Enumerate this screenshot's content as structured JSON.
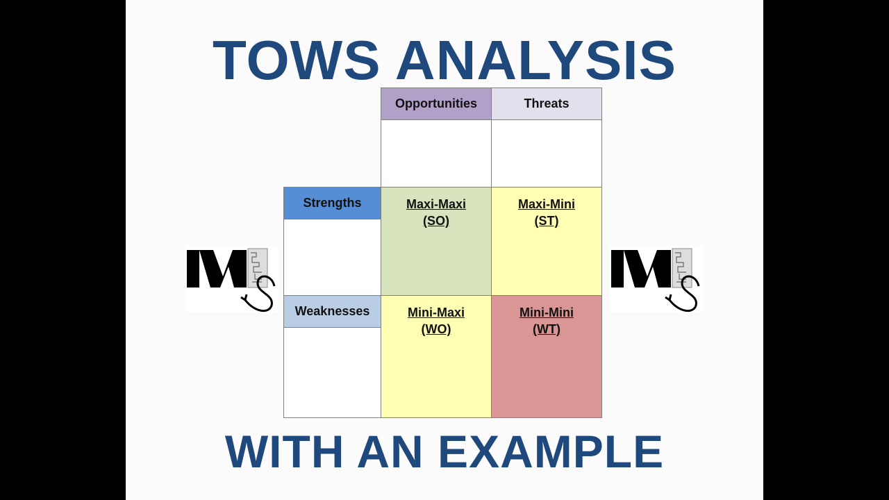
{
  "slide": {
    "title": "TOWS ANALYSIS",
    "subtitle": "WITH AN EXAMPLE",
    "title_color": "#1f497d"
  },
  "matrix": {
    "columns": [
      {
        "label": "Opportunities",
        "color": "#b1a0c7"
      },
      {
        "label": "Threats",
        "color": "#e4dfec"
      }
    ],
    "rows": [
      {
        "label": "Strengths",
        "color": "#558ed5"
      },
      {
        "label": "Weaknesses",
        "color": "#b9cde5"
      }
    ],
    "quadrants": [
      {
        "name": "Maxi-Maxi",
        "code": "(SO)",
        "color": "#d7e4bd"
      },
      {
        "name": "Maxi-Mini",
        "code": "(ST)",
        "color": "#ffffb3"
      },
      {
        "name": "Mini-Maxi",
        "code": "(WO)",
        "color": "#ffffb3"
      },
      {
        "name": "Mini-Mini",
        "code": "(WT)",
        "color": "#da9694"
      }
    ]
  },
  "logos": [
    {
      "label": "MS logo",
      "position": "left"
    },
    {
      "label": "MS logo",
      "position": "right"
    }
  ]
}
